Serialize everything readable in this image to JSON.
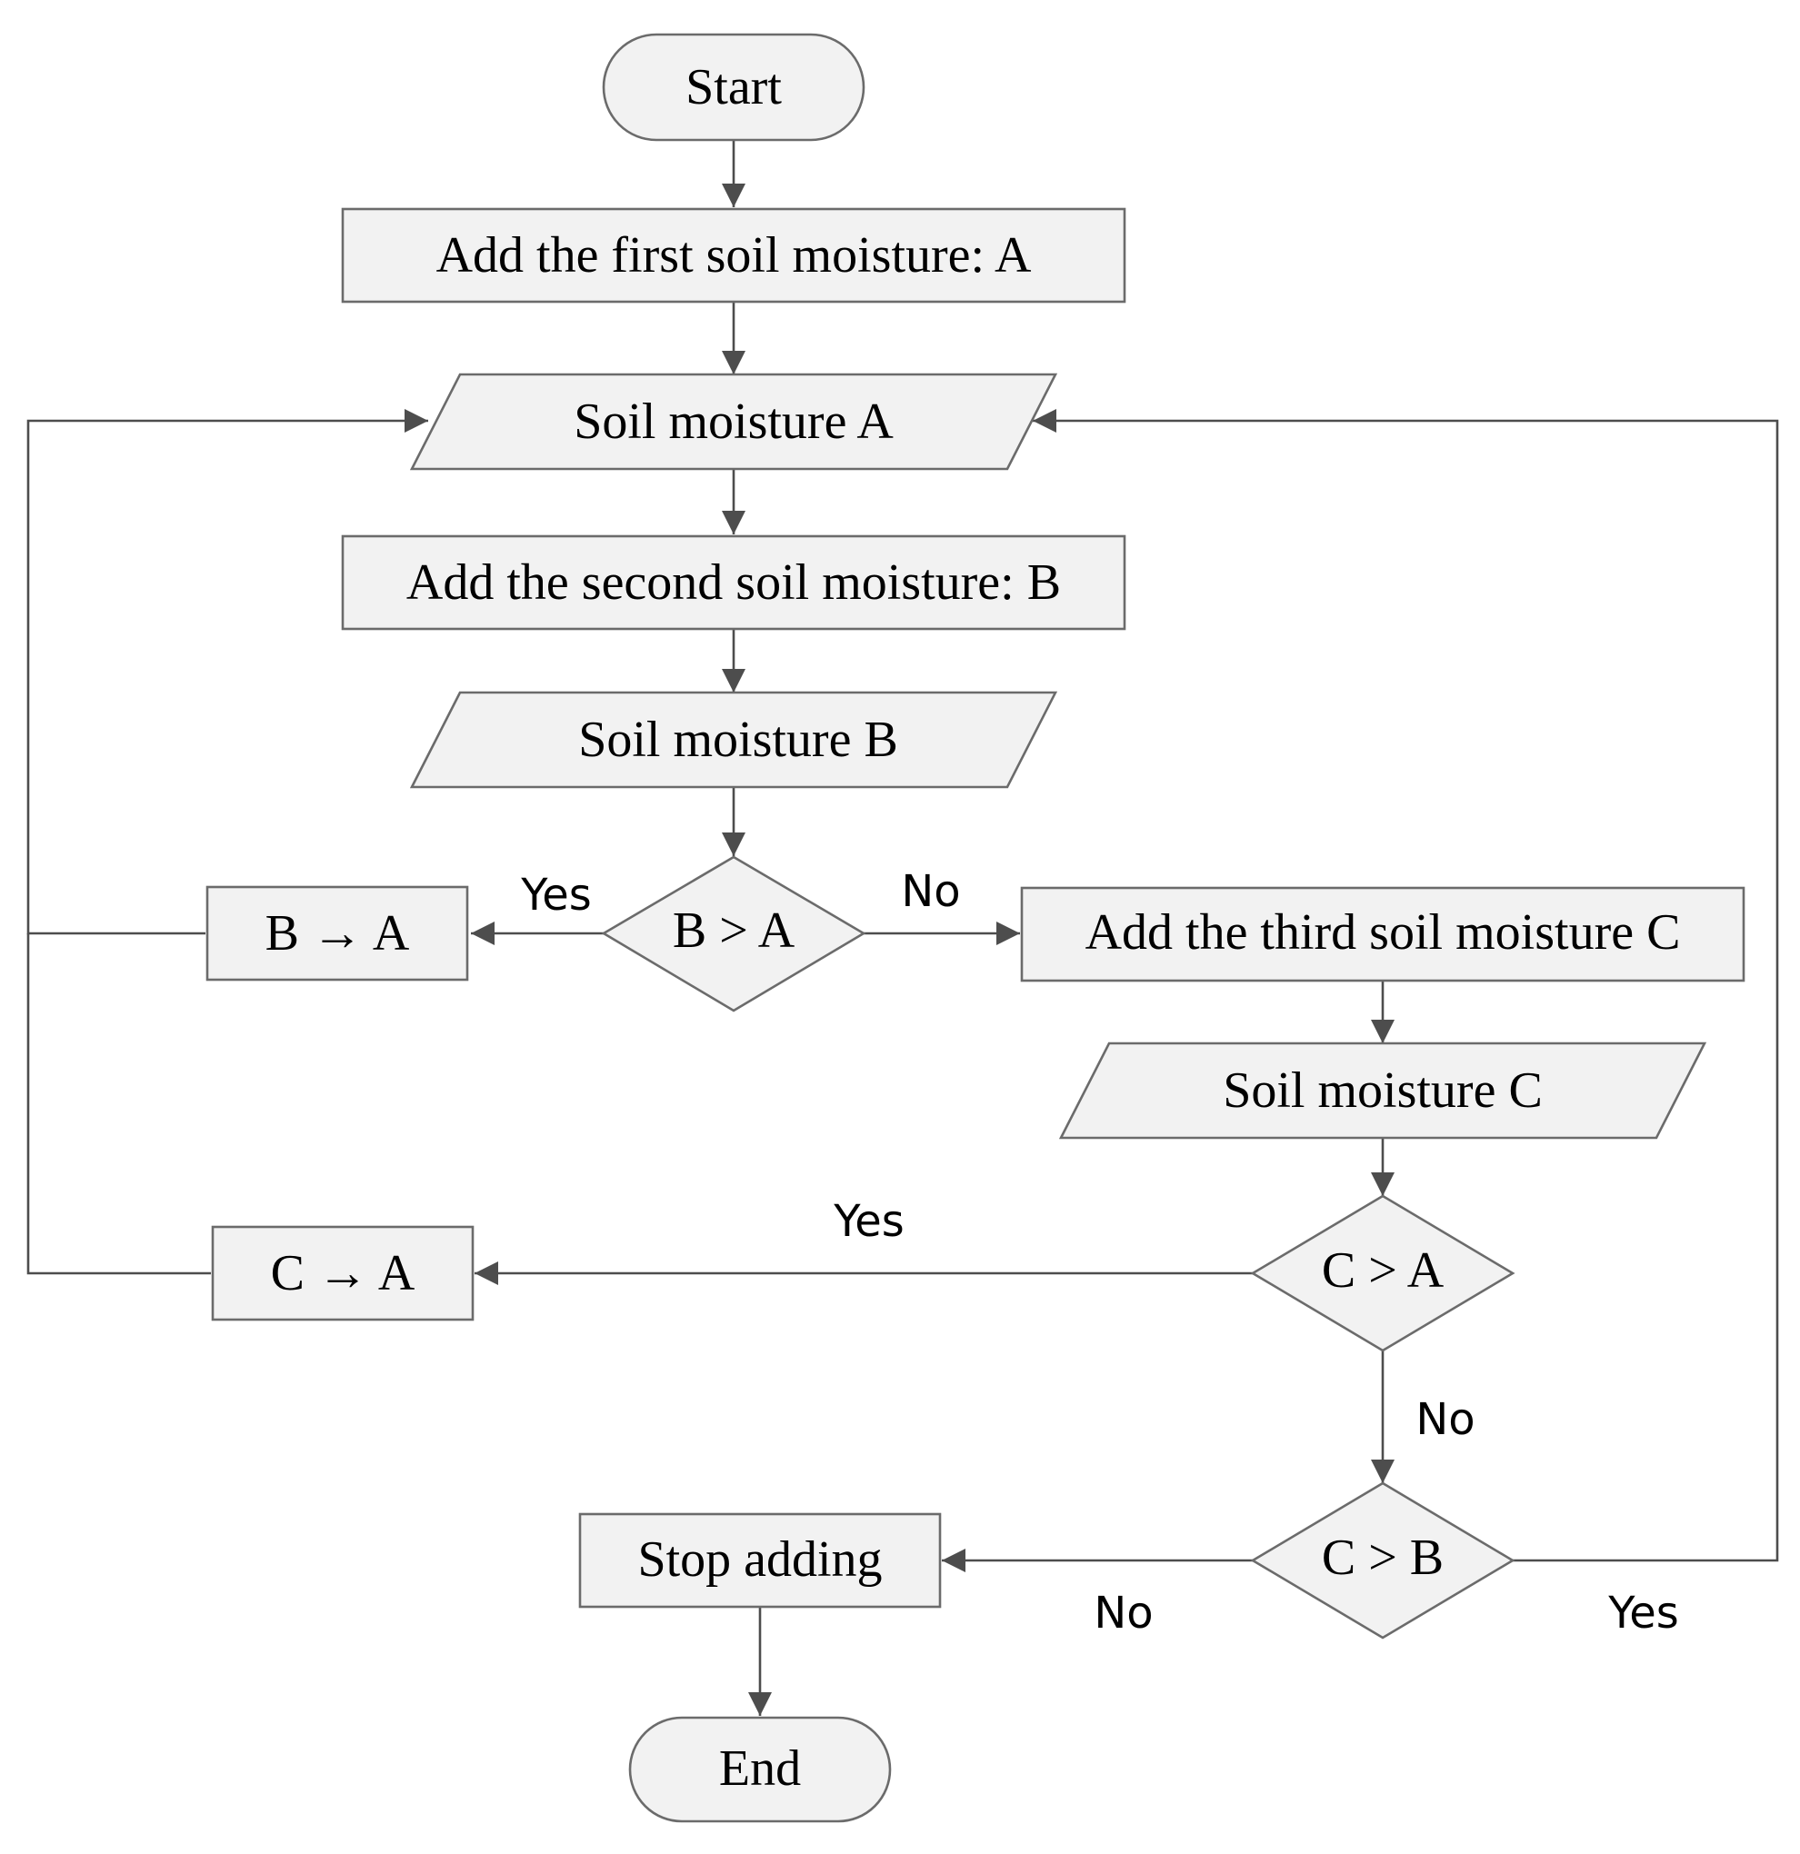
{
  "colors": {
    "node_fill": "#f2f2f2",
    "node_stroke": "#6b6b6b",
    "edge_stroke": "#4d4d4d",
    "text": "#000000"
  },
  "nodes": {
    "start": "Start",
    "add_a": "Add the first soil moisture: A",
    "soil_a": "Soil moisture A",
    "add_b": "Add the second soil moisture: B",
    "soil_b": "Soil moisture B",
    "b_gt_a": "B > A",
    "b_to_a": "B → A",
    "add_c": "Add the third soil moisture  C",
    "soil_c": "Soil moisture C",
    "c_gt_a": "C > A",
    "c_to_a": "C → A",
    "c_gt_b": "C > B",
    "stop": "Stop adding",
    "end": "End"
  },
  "edge_labels": {
    "b_gt_a_yes": "Yes",
    "b_gt_a_no": "No",
    "c_gt_a_yes": "Yes",
    "c_gt_a_no": "No",
    "c_gt_b_no": "No",
    "c_gt_b_yes": "Yes"
  }
}
